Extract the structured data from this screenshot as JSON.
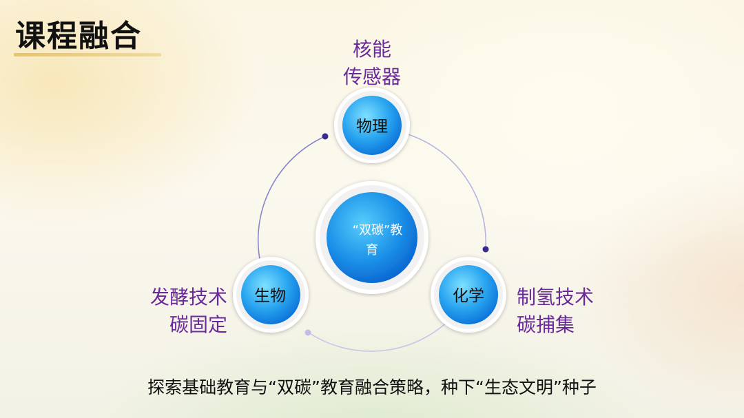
{
  "slide": {
    "title": "课程融合",
    "caption": "探索基础教育与“双碳”教育融合策略，种下“生态文明”种子"
  },
  "diagram": {
    "center": {
      "line1": "“双碳”教",
      "line2": "育"
    },
    "nodes": {
      "top": {
        "label": "物理",
        "notes": [
          "核能",
          "传感器"
        ]
      },
      "left": {
        "label": "生物",
        "notes": [
          "发酵技术",
          "碳固定"
        ]
      },
      "right": {
        "label": "化学",
        "notes": [
          "制氢技术",
          "碳捕集"
        ]
      }
    }
  },
  "colors": {
    "title_underline": "#E9C56A",
    "note_text": "#6A2A9A",
    "node_fill_light": "#5FD2FA",
    "node_fill_dark": "#0A6FD8",
    "arrow": "#3A2A8A"
  }
}
